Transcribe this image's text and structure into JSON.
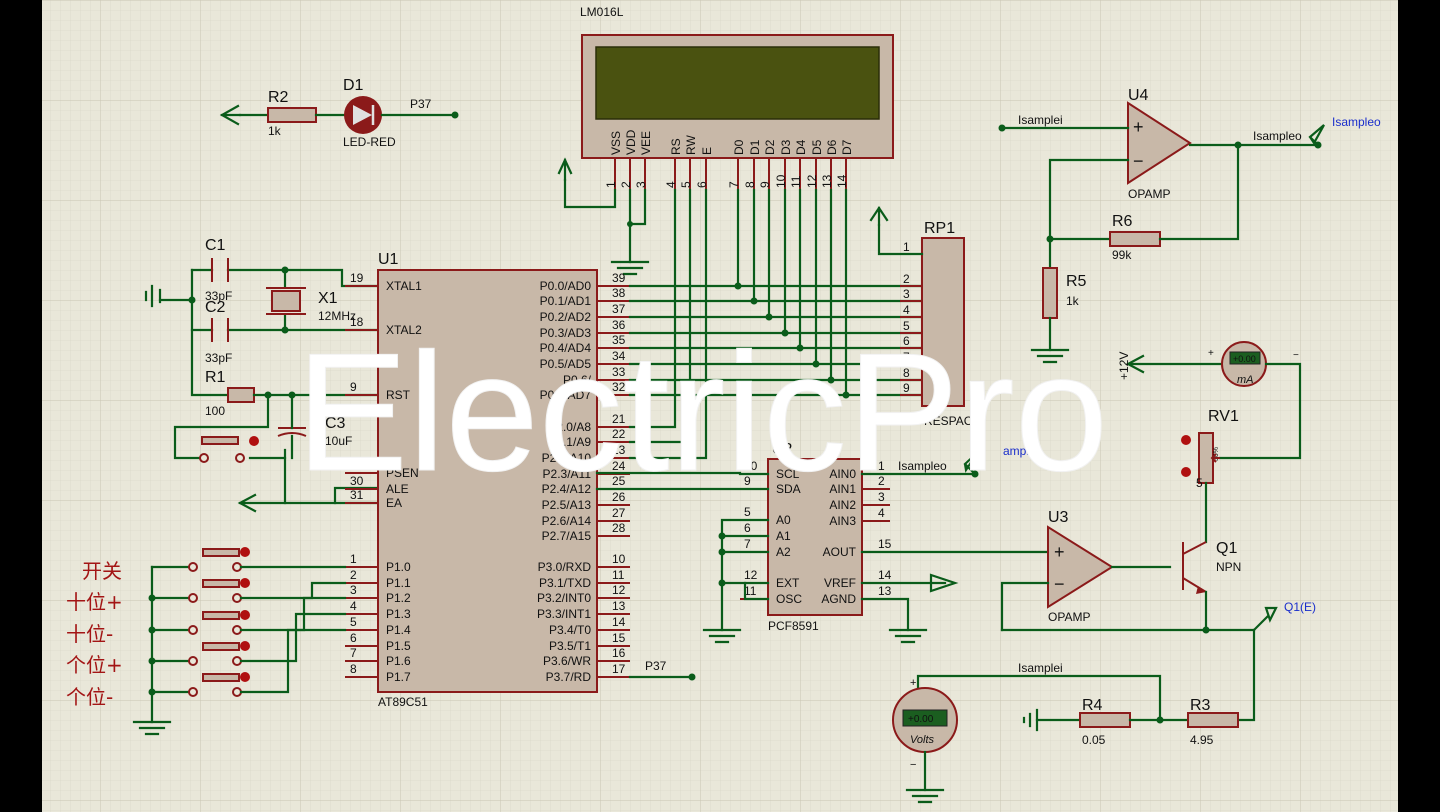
{
  "lcd": {
    "name": "LM016L",
    "pins": [
      "VSS",
      "VDD",
      "VEE",
      "RS",
      "RW",
      "E",
      "D0",
      "D1",
      "D2",
      "D3",
      "D4",
      "D5",
      "D6",
      "D7"
    ],
    "pin_numbers": [
      "1",
      "2",
      "3",
      "4",
      "5",
      "6",
      "7",
      "8",
      "9",
      "10",
      "11",
      "12",
      "13",
      "14"
    ]
  },
  "led": {
    "ref": "D1",
    "value": "LED-RED",
    "net": "P37"
  },
  "r2": {
    "ref": "R2",
    "value": "1k"
  },
  "c1": {
    "ref": "C1",
    "value": "33pF"
  },
  "c2": {
    "ref": "C2",
    "value": "33pF"
  },
  "x1": {
    "ref": "X1",
    "value": "12MHz"
  },
  "r1": {
    "ref": "R1",
    "value": "100"
  },
  "c3": {
    "ref": "C3",
    "value": "10uF"
  },
  "u1": {
    "ref": "U1",
    "part": "AT89C51",
    "left_pins": [
      {
        "num": "19",
        "name": "XTAL1"
      },
      {
        "num": "18",
        "name": "XTAL2"
      },
      {
        "num": "9",
        "name": "RST"
      },
      {
        "num": "29",
        "name": "PSEN"
      },
      {
        "num": "30",
        "name": "ALE"
      },
      {
        "num": "31",
        "name": "EA"
      },
      {
        "num": "1",
        "name": "P1.0"
      },
      {
        "num": "2",
        "name": "P1.1"
      },
      {
        "num": "3",
        "name": "P1.2"
      },
      {
        "num": "4",
        "name": "P1.3"
      },
      {
        "num": "5",
        "name": "P1.4"
      },
      {
        "num": "6",
        "name": "P1.5"
      },
      {
        "num": "7",
        "name": "P1.6"
      },
      {
        "num": "8",
        "name": "P1.7"
      }
    ],
    "right_pins": [
      {
        "num": "39",
        "name": "P0.0/AD0"
      },
      {
        "num": "38",
        "name": "P0.1/AD1"
      },
      {
        "num": "37",
        "name": "P0.2/AD2"
      },
      {
        "num": "36",
        "name": "P0.3/AD3"
      },
      {
        "num": "35",
        "name": "P0.4/AD4"
      },
      {
        "num": "34",
        "name": "P0.5/AD5"
      },
      {
        "num": "33",
        "name": "P0.6/"
      },
      {
        "num": "32",
        "name": "P0.7/AD7"
      },
      {
        "num": "21",
        "name": "P2.0/A8"
      },
      {
        "num": "22",
        "name": "P2.1/A9"
      },
      {
        "num": "23",
        "name": "P2.2/A10"
      },
      {
        "num": "24",
        "name": "P2.3/A11"
      },
      {
        "num": "25",
        "name": "P2.4/A12"
      },
      {
        "num": "26",
        "name": "P2.5/A13"
      },
      {
        "num": "27",
        "name": "P2.6/A14"
      },
      {
        "num": "28",
        "name": "P2.7/A15"
      },
      {
        "num": "10",
        "name": "P3.0/RXD"
      },
      {
        "num": "11",
        "name": "P3.1/TXD"
      },
      {
        "num": "12",
        "name": "P3.2/INT0"
      },
      {
        "num": "13",
        "name": "P3.3/INT1"
      },
      {
        "num": "14",
        "name": "P3.4/T0"
      },
      {
        "num": "15",
        "name": "P3.5/T1"
      },
      {
        "num": "16",
        "name": "P3.6/WR"
      },
      {
        "num": "17",
        "name": "P3.7/RD"
      }
    ],
    "p37_label": "P37"
  },
  "buttons": {
    "labels": [
      "开关",
      "十位+",
      "十位-",
      "个位+",
      "个位-"
    ]
  },
  "rp1": {
    "ref": "RP1",
    "value": "RESPACK-",
    "pins": [
      "1",
      "2",
      "3",
      "4",
      "5",
      "6",
      "7",
      "8",
      "9"
    ]
  },
  "u2": {
    "ref": "U2",
    "part": "PCF8591",
    "left_pins": [
      {
        "num": "10",
        "name": "SCL"
      },
      {
        "num": "9",
        "name": "SDA"
      },
      {
        "num": "5",
        "name": "A0"
      },
      {
        "num": "6",
        "name": "A1"
      },
      {
        "num": "7",
        "name": "A2"
      },
      {
        "num": "12",
        "name": "EXT"
      },
      {
        "num": "11",
        "name": "OSC"
      }
    ],
    "right_pins": [
      {
        "num": "1",
        "name": "AIN0"
      },
      {
        "num": "2",
        "name": "AIN1"
      },
      {
        "num": "3",
        "name": "AIN2"
      },
      {
        "num": "4",
        "name": "AIN3"
      },
      {
        "num": "15",
        "name": "AOUT"
      },
      {
        "num": "14",
        "name": "VREF"
      },
      {
        "num": "13",
        "name": "AGND"
      }
    ],
    "ain0_net": "Isampleo"
  },
  "u4": {
    "ref": "U4",
    "part": "OPAMP",
    "in_net": "Isamplei",
    "out_net": "Isampleo",
    "probe": "Isampleo"
  },
  "r6": {
    "ref": "R6",
    "value": "99k"
  },
  "r5": {
    "ref": "R5",
    "value": "1k"
  },
  "ammeter": {
    "unit": "mA",
    "reading": "+0.00",
    "plus": "+",
    "minus": "−"
  },
  "supply": {
    "label": "+12V"
  },
  "rv1": {
    "ref": "RV1",
    "value": "5",
    "percent": "30%"
  },
  "q1": {
    "ref": "Q1",
    "type": "NPN",
    "probe": "Q1(E)"
  },
  "u3": {
    "ref": "U3",
    "part": "OPAMP"
  },
  "voltmeter": {
    "unit": "Volts",
    "reading": "+0.00",
    "plus": "+",
    "minus": "−"
  },
  "r4": {
    "ref": "R4",
    "value": "0.05"
  },
  "r3": {
    "ref": "R3",
    "value": "4.95"
  },
  "isamplei_bottom": "Isamplei",
  "probe_u2": "ampleo",
  "watermark": "ElectricPro"
}
